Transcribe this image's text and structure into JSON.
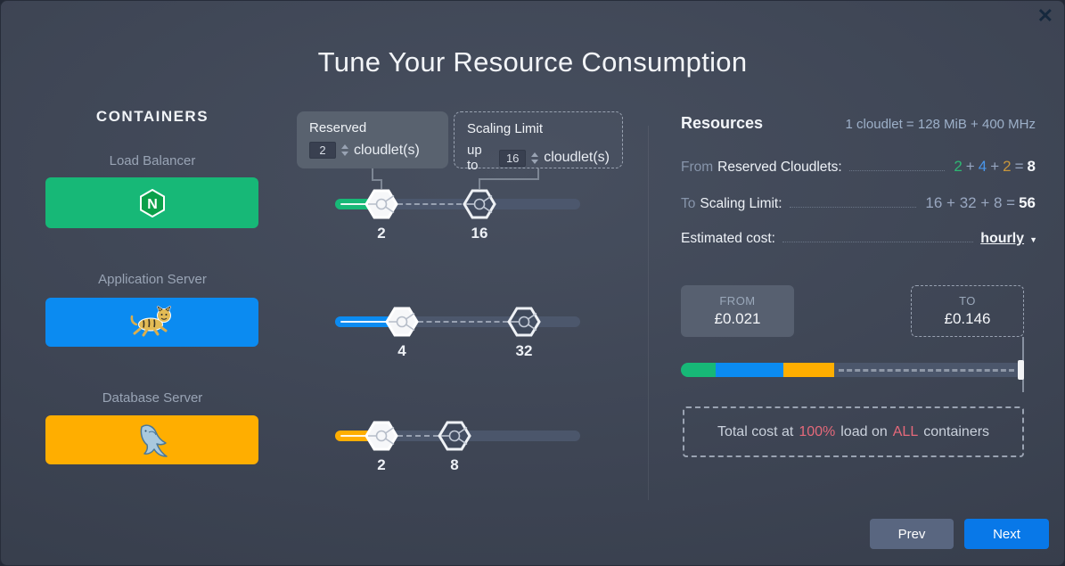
{
  "dialog": {
    "title": "Tune Your Resource Consumption",
    "close": "✕"
  },
  "containers": {
    "heading": "CONTAINERS",
    "items": [
      {
        "label": "Load Balancer",
        "software": "nginx",
        "color": "#17b877"
      },
      {
        "label": "Application Server",
        "software": "tomcat",
        "color": "#0b8bf1"
      },
      {
        "label": "Database Server",
        "software": "mysql",
        "color": "#ffae00"
      }
    ]
  },
  "tuning": {
    "reserved_box": {
      "title": "Reserved",
      "value": "2",
      "suffix": "cloudlet(s)"
    },
    "scaling_box": {
      "title": "Scaling Limit",
      "prefix": "up to",
      "value": "16",
      "suffix": "cloudlet(s)"
    },
    "sliders": [
      {
        "min_label": "2",
        "max_label": "16",
        "color": "#17b877"
      },
      {
        "min_label": "4",
        "max_label": "32",
        "color": "#0b8bf1"
      },
      {
        "min_label": "2",
        "max_label": "8",
        "color": "#ffae00"
      }
    ]
  },
  "resources": {
    "heading": "Resources",
    "cloudlet_definition": "1 cloudlet = 128 MiB + 400 MHz",
    "from_row": {
      "word1": "From",
      "label": "Reserved Cloudlets:",
      "n1": "2",
      "p1": "+",
      "n2": "4",
      "p2": "+",
      "n3": "2",
      "eqsign": "=",
      "total": "8"
    },
    "to_row": {
      "word1": "To",
      "label": "Scaling Limit:",
      "expr": "16 + 32 + 8 =",
      "total": "56"
    },
    "cost_row": {
      "label": "Estimated cost:",
      "period": "hourly",
      "caret": "▼"
    },
    "from_box": {
      "label": "FROM",
      "price": "£0.021"
    },
    "to_box": {
      "label": "TO",
      "price": "£0.146"
    },
    "total_note": {
      "part1": "Total cost at",
      "highlight1": "100%",
      "part2": "load on",
      "highlight2": "ALL",
      "part3": "containers"
    }
  },
  "footer": {
    "prev_label": "Prev",
    "next_label": "Next"
  },
  "colors": {
    "green": "#17b877",
    "blue": "#0b8bf1",
    "orange": "#ffae00",
    "red_highlight": "#e5697a",
    "next_button": "#0878e8"
  }
}
